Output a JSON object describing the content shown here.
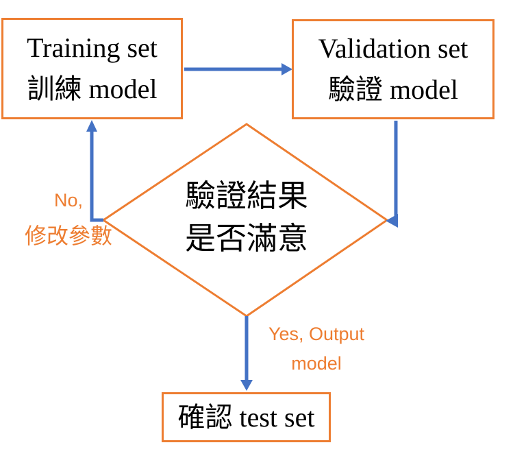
{
  "colors": {
    "accent_orange": "#ED7D31",
    "accent_blue": "#4472C4",
    "text_color": "#000000",
    "bg_color": "#FFFFFF"
  },
  "nodes": {
    "training": {
      "line1": "Training set",
      "line2": "訓練 model"
    },
    "validation": {
      "line1": "Validation set",
      "line2": "驗證 model"
    },
    "decision": {
      "line1": "驗證結果",
      "line2": "是否滿意"
    },
    "test": {
      "label": "確認 test set"
    }
  },
  "edge_labels": {
    "no": {
      "line1": "No,",
      "line2": "修改參數"
    },
    "yes": {
      "line1": "Yes, Output",
      "line2": "model"
    }
  }
}
